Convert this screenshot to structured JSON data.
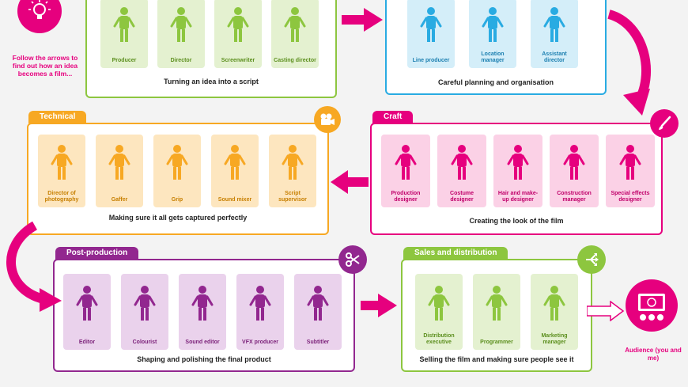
{
  "intro": {
    "text": "Follow the arrows to find out how an idea becomes a film..."
  },
  "development": {
    "roles": [
      "Producer",
      "Director",
      "Screenwriter",
      "Casting director"
    ],
    "caption": "Turning an idea into a script"
  },
  "pre_production": {
    "roles": [
      "Line producer",
      "Location manager",
      "Assistant director"
    ],
    "caption": "Careful planning and organisation"
  },
  "technical": {
    "title": "Technical",
    "roles": [
      "Director of photography",
      "Gaffer",
      "Grip",
      "Sound mixer",
      "Script supervisor"
    ],
    "caption": "Making sure it all gets captured perfectly"
  },
  "craft": {
    "title": "Craft",
    "roles": [
      "Production designer",
      "Costume designer",
      "Hair and make-up designer",
      "Construction manager",
      "Special effects designer"
    ],
    "caption": "Creating the look of the film"
  },
  "post_production": {
    "title": "Post-production",
    "roles": [
      "Editor",
      "Colourist",
      "Sound editor",
      "VFX producer",
      "Subtitler"
    ],
    "caption": "Shaping and polishing the final product"
  },
  "sales": {
    "title": "Sales and distribution",
    "roles": [
      "Distribution executive",
      "Programmer",
      "Marketing manager"
    ],
    "caption": "Selling the film and making sure people see it"
  },
  "audience": {
    "label": "Audience (you and me)"
  },
  "colors": {
    "magenta": "#e6007e",
    "green": "#8dc63f",
    "blue": "#29abe2",
    "orange": "#f7a823",
    "pink": "#e6007e",
    "purple": "#92278f"
  }
}
